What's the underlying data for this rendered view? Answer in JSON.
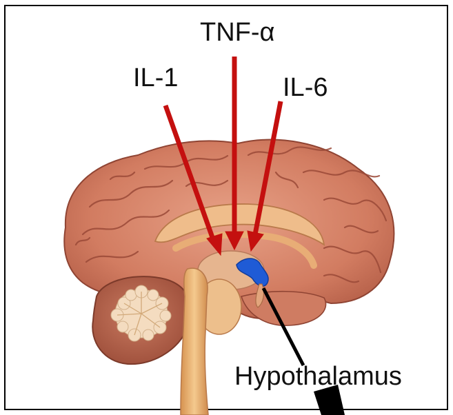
{
  "labels": {
    "tnf": "TNF-α",
    "il1": "IL-1",
    "il6": "IL-6",
    "hypothalamus": "Hypothalamus"
  },
  "colors": {
    "arrow": "#c4100f",
    "hypothalamus": "#1f5bd6",
    "cortex": "#d88a6f",
    "cerebellum": "#c8765e",
    "brainstem": "#e8b178"
  }
}
